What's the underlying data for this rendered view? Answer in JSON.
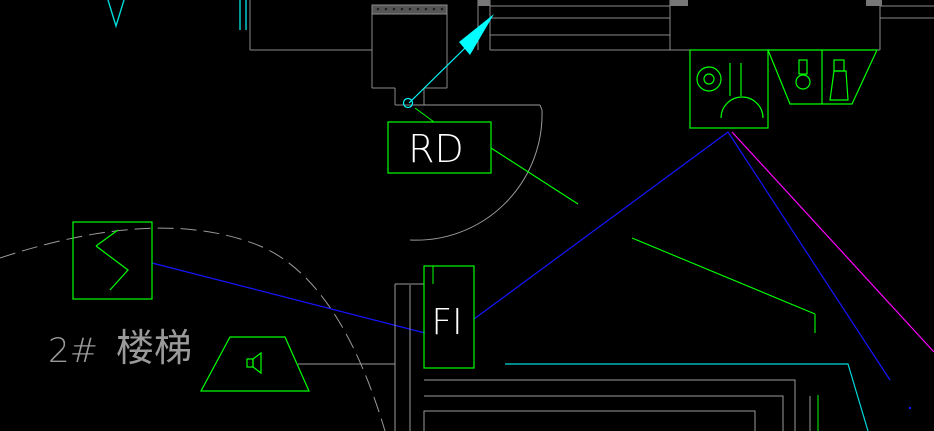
{
  "labels": {
    "rd_box": "RD",
    "fi_box": "FI",
    "stair_number": "2#",
    "stair_name": "楼梯"
  },
  "colors": {
    "background": "#000000",
    "wall": "#8a8a8a",
    "green": "#00ff00",
    "blue": "#1515ff",
    "cyan": "#00ffff",
    "magenta": "#ff00ff",
    "label_gray": "#9a9a9a",
    "label_white": "#ffffff"
  },
  "icons": [
    "rd-symbol",
    "fi-symbol",
    "signal-module-icon",
    "speaker-icon",
    "alarm-bell-icon",
    "manual-call-point-icon",
    "telephone-jack-icon",
    "cyan-arrow-icon"
  ]
}
